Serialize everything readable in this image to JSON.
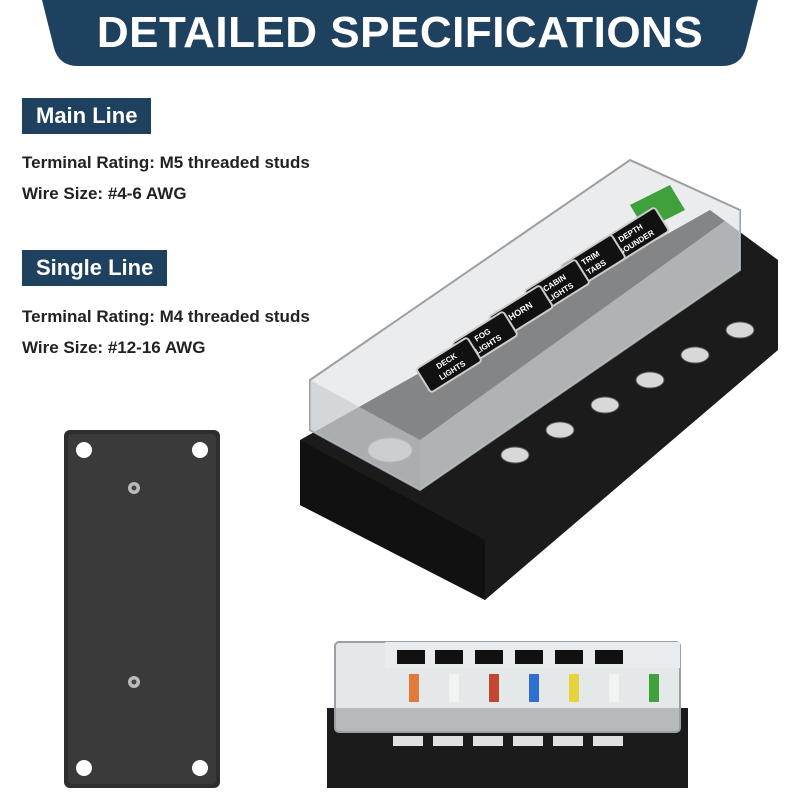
{
  "banner": {
    "title": "DETAILED SPECIFICATIONS",
    "color": "#1f4160"
  },
  "main_line": {
    "label": "Main Line",
    "terminal_rating": "Terminal Rating: M5 threaded studs",
    "wire_size": "Wire Size: #4-6 AWG"
  },
  "single_line": {
    "label": "Single Line",
    "terminal_rating": "Terminal Rating: M4 threaded studs",
    "wire_size": "Wire Size: #12-16 AWG"
  },
  "fuse_labels": [
    {
      "line1": "DEPTH",
      "line2": "SOUNDER"
    },
    {
      "line1": "TRIM",
      "line2": "TABS"
    },
    {
      "line1": "CABIN",
      "line2": "LIGHTS"
    },
    {
      "line1": "HORN",
      "line2": ""
    },
    {
      "line1": "FOG",
      "line2": "LIGHTS"
    },
    {
      "line1": "DECK",
      "line2": "LIGHTS"
    }
  ],
  "fuse_colors": [
    "#3ea13c",
    "#e8d23a",
    "#2f6fd0",
    "#c4462f",
    "#f2f2f2",
    "#e27a3a"
  ],
  "images": [
    "fuse-block-bottom-view",
    "fuse-block-angled-view",
    "fuse-block-front-view"
  ]
}
